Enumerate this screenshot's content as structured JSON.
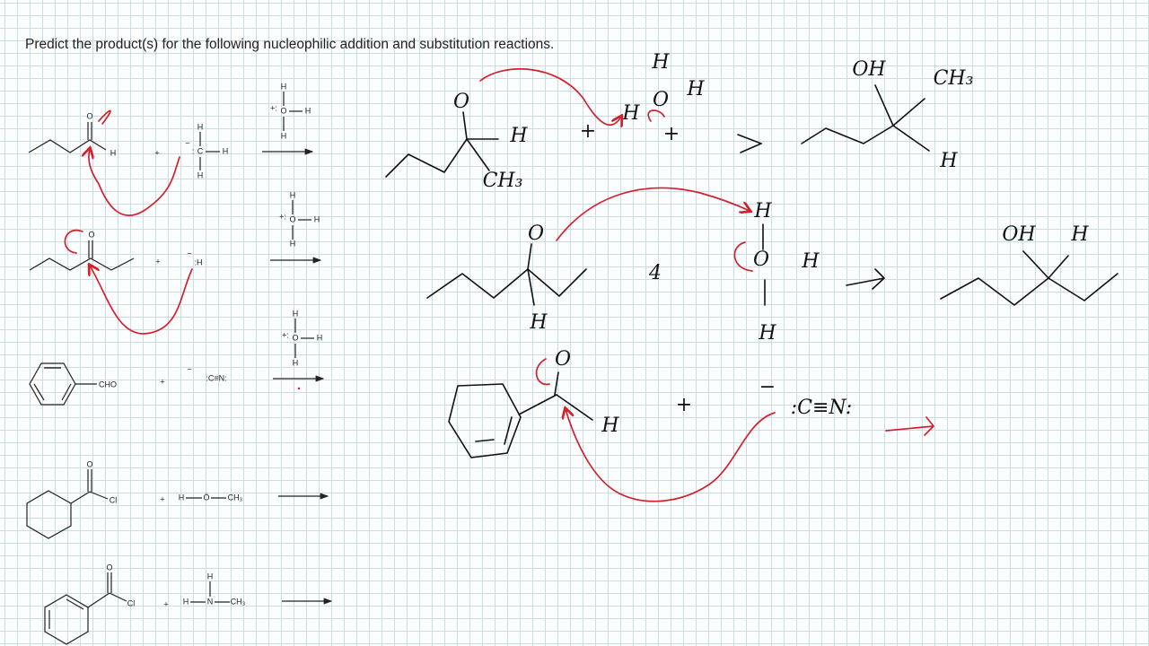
{
  "page": {
    "title": "Predict the product(s) for the following nucleophilic addition and substitution reactions."
  },
  "labels": {
    "H": "H",
    "O": "O",
    "C": "C",
    "N": "N",
    "Cl": "Cl",
    "CHO": "CHO",
    "CH3": "CH₃",
    "plus": "+",
    "minus": "−",
    "colon": ":",
    "plus_colon": "+:",
    "lone_pair_O": "Ö",
    "lone_pair_N": "N̤",
    "colon_H": ":H",
    "cyanide": ":C≡N:"
  },
  "handwriting": {
    "H": "H",
    "OH": "OH",
    "CH3": "CH₃",
    "O": "O",
    "plus": "+",
    "four": "4",
    "cyanide": ":C≡N:",
    "minus": "−"
  },
  "colors": {
    "ink": "#111111",
    "red_ink": "#d4202a",
    "grid": "#c9dce3",
    "paper": "#fbfdff"
  }
}
